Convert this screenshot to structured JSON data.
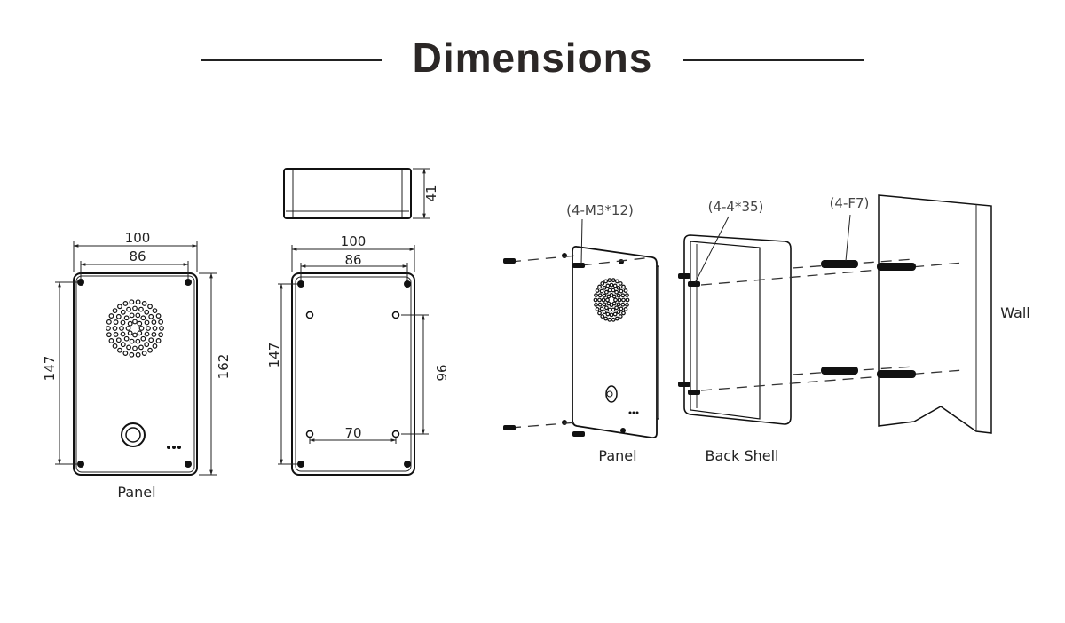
{
  "title": "Dimensions",
  "front_view": {
    "label": "Panel",
    "width_outer": "100",
    "width_inner": "86",
    "height_inner": "147",
    "height_outer": "162"
  },
  "back_view": {
    "depth": "41",
    "width_outer": "100",
    "width_inner": "86",
    "height_inner": "147",
    "hole_vertical": "96",
    "hole_horizontal": "70"
  },
  "exploded_view": {
    "screw_label": "(4-M3*12)",
    "screw2_label": "(4-4*35)",
    "anchor_label": "(4-F7)",
    "panel_label": "Panel",
    "back_shell_label": "Back Shell",
    "wall_label": "Wall"
  }
}
